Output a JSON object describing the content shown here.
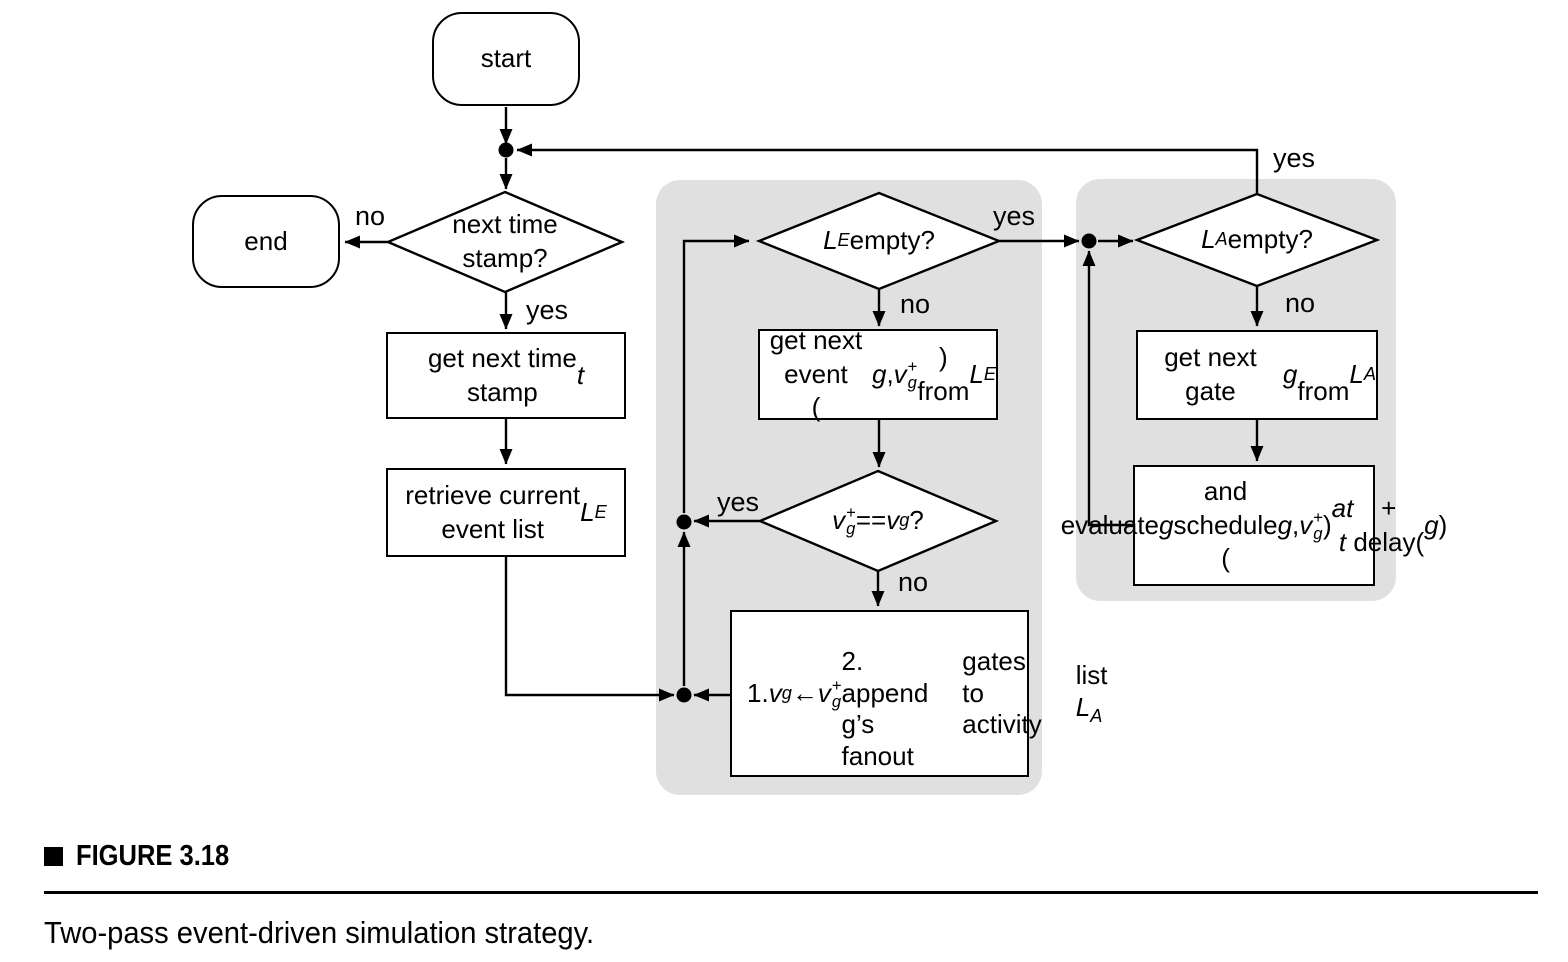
{
  "figure": {
    "label": "FIGURE 3.18",
    "caption": "Two-pass event-driven simulation strategy."
  },
  "colors": {
    "panel": "#e0e0e0",
    "line": "#000000",
    "node_fill": "#ffffff"
  },
  "nodes": {
    "start": "start",
    "end": "end",
    "decision_next_time_stamp": "next time<br>stamp?",
    "get_next_time_stamp": "get next time<br>stamp <i>t</i>",
    "retrieve_event_list": "retrieve current<br>event list <i>L</i><sub><i>E</i></sub>",
    "decision_le_empty": "<i>L</i><sub><i>E</i></sub> empty?",
    "get_next_event": "get next event<br>(<i>g</i>,<i>v</i><span class='ss'><span>+</span><span><i>g</i></span></span>) from <i>L</i><sub><i>E</i></sub>",
    "decision_value_equal": "<i>v</i><span class='ss'><span>+</span><span><i>g</i></span></span> == <i>v</i><sub><i>g</i></sub>?",
    "update_and_append": "1. <i>v</i><sub><i>g</i></sub> ← <i>v</i><span class='ss'><span>+</span><span><i>g</i></span></span><br>2. append g’s fanout<br><span class='ind'>gates to activity</span><br><span class='ind'>list <i>L</i><sub><i>A</i></sub></span>",
    "decision_la_empty": "<i>L</i><sub><i>A</i></sub> empty?",
    "get_next_gate": "get next gate <i>g</i><br>from <i>L</i><sub><i>A</i></sub>",
    "evaluate_schedule": "evaluate <i>g</i> and<br>schedule (<i>g</i>,<i>v</i><span class='ss'><span>+</span><span><i>g</i></span></span>)<br><i>at t</i>+ delay(<i>g</i>)"
  },
  "edge_labels": {
    "d1_no": "no",
    "d1_yes": "yes",
    "d2_yes": "yes",
    "d2_no": "no",
    "d3_yes": "yes",
    "d3_no": "no",
    "d4_yes": "yes",
    "d4_no": "no"
  }
}
